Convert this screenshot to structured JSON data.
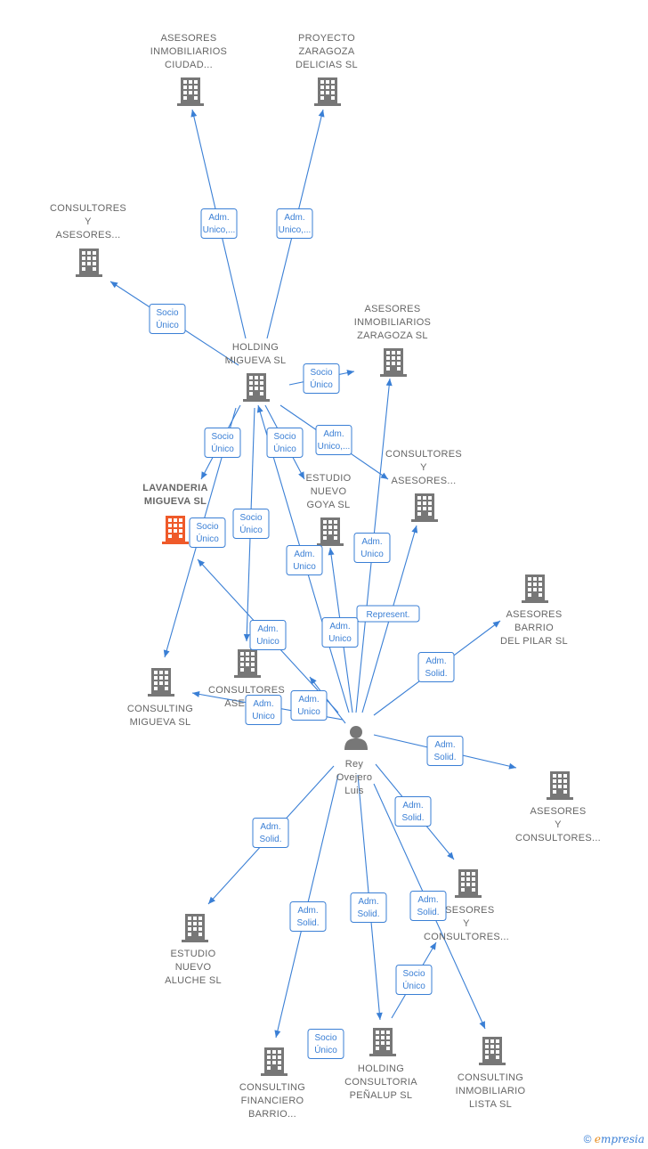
{
  "colors": {
    "edge": "#3a7fd5",
    "company": "#777777",
    "main_company": "#ef5a2a",
    "person": "#777777"
  },
  "nodes": [
    {
      "id": "asesores_ciudad",
      "type": "company",
      "label": [
        "ASESORES",
        "INMOBILIARIOS",
        "CIUDAD..."
      ]
    },
    {
      "id": "proyecto_zaragoza",
      "type": "company",
      "label": [
        "PROYECTO",
        "ZARAGOZA",
        "DELICIAS SL"
      ]
    },
    {
      "id": "consultores_1",
      "type": "company",
      "label": [
        "CONSULTORES",
        "Y",
        "ASESORES..."
      ]
    },
    {
      "id": "holding_migueva",
      "type": "company",
      "label": [
        "HOLDING",
        "MIGUEVA SL"
      ]
    },
    {
      "id": "asesores_zaragoza",
      "type": "company",
      "label": [
        "ASESORES",
        "INMOBILIARIOS",
        "ZARAGOZA SL"
      ]
    },
    {
      "id": "lavanderia",
      "type": "main",
      "label": [
        "LAVANDERIA",
        "MIGUEVA SL"
      ]
    },
    {
      "id": "estudio_goya",
      "type": "company",
      "label": [
        "ESTUDIO",
        "NUEVO",
        "GOYA SL"
      ]
    },
    {
      "id": "consultores_2",
      "type": "company",
      "label": [
        "CONSULTORES",
        "Y",
        "ASESORES..."
      ]
    },
    {
      "id": "asesores_pilar",
      "type": "company",
      "label": [
        "ASESORES",
        "BARRIO",
        "DEL PILAR SL"
      ]
    },
    {
      "id": "consulting_migueva",
      "type": "company",
      "label": [
        "CONSULTING",
        "MIGUEVA SL"
      ]
    },
    {
      "id": "consultores_3",
      "type": "company",
      "label": [
        "CONSULTORES",
        "ASESO..."
      ]
    },
    {
      "id": "rey_ovejero",
      "type": "person",
      "label": [
        "Rey",
        "Ovejero",
        "Luis"
      ]
    },
    {
      "id": "asesores_consultores_1",
      "type": "company",
      "label": [
        "ASESORES",
        "Y",
        "CONSULTORES..."
      ]
    },
    {
      "id": "asesores_consultores_2",
      "type": "company",
      "label": [
        "ASESORES",
        "Y",
        "CONSULTORES..."
      ]
    },
    {
      "id": "estudio_aluche",
      "type": "company",
      "label": [
        "ESTUDIO",
        "NUEVO",
        "ALUCHE SL"
      ]
    },
    {
      "id": "consulting_financiero",
      "type": "company",
      "label": [
        "CONSULTING",
        "FINANCIERO",
        "BARRIO..."
      ]
    },
    {
      "id": "holding_penalup",
      "type": "company",
      "label": [
        "HOLDING",
        "CONSULTORIA",
        "PEÑALUP SL"
      ]
    },
    {
      "id": "consulting_lista",
      "type": "company",
      "label": [
        "CONSULTING",
        "INMOBILIARIO",
        "LISTA SL"
      ]
    }
  ],
  "relations": [
    [
      "Adm.",
      "Unico,..."
    ],
    [
      "Adm.",
      "Unico,..."
    ],
    [
      "Socio",
      "Único"
    ],
    [
      "Socio",
      "Único"
    ],
    [
      "Socio",
      "Único"
    ],
    [
      "Socio",
      "Único"
    ],
    [
      "Adm.",
      "Unico,..."
    ],
    [
      "Socio",
      "Único"
    ],
    [
      "Socio",
      "Único"
    ],
    [
      "Adm.",
      "Unico"
    ],
    [
      "Adm.",
      "Unico"
    ],
    [
      "Represent."
    ],
    [
      "Adm.",
      "Unico"
    ],
    [
      "Adm.",
      "Solid."
    ],
    [
      "Adm.",
      "Unico"
    ],
    [
      "Adm.",
      "Unico"
    ],
    [
      "Adm.",
      "Unico"
    ],
    [
      "Adm.",
      "Solid."
    ],
    [
      "Adm.",
      "Solid."
    ],
    [
      "Adm.",
      "Solid."
    ],
    [
      "Adm.",
      "Solid."
    ],
    [
      "Adm.",
      "Solid."
    ],
    [
      "Adm.",
      "Solid."
    ],
    [
      "Socio",
      "Único"
    ],
    [
      "Socio",
      "Único"
    ]
  ],
  "footer": {
    "copyright": "©",
    "brand_initial": "e",
    "brand_rest": "mpresia"
  }
}
